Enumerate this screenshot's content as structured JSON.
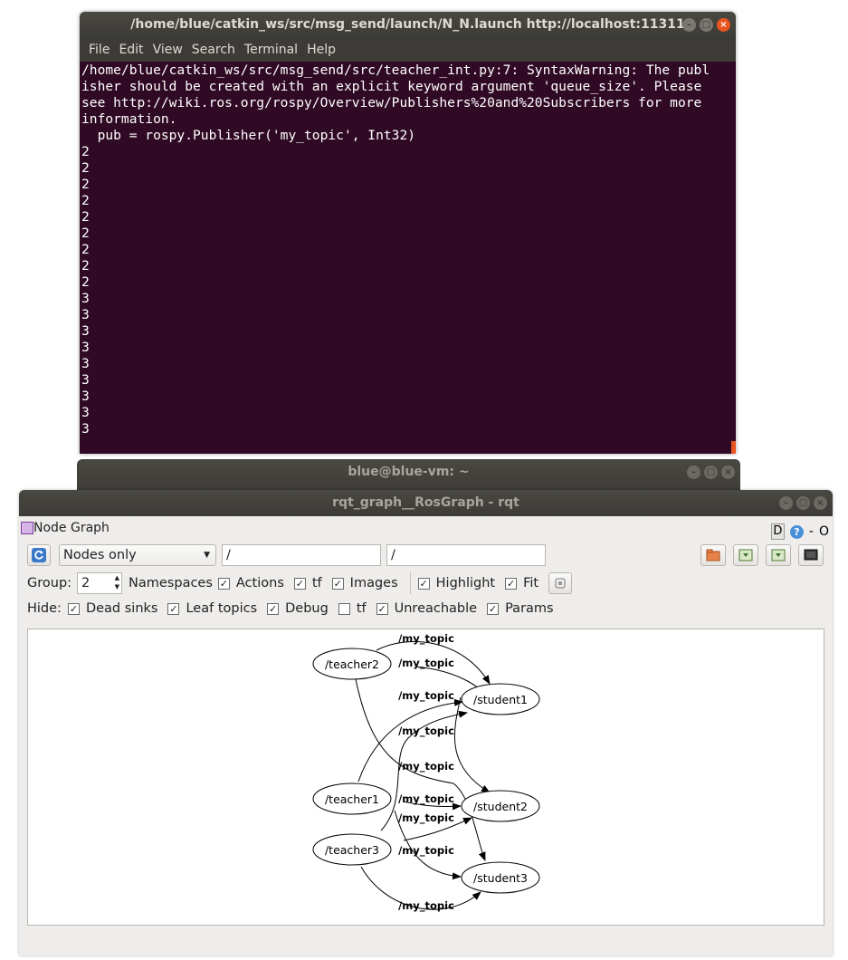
{
  "terminal": {
    "title": "/home/blue/catkin_ws/src/msg_send/launch/N_N.launch http://localhost:11311",
    "menu": [
      "File",
      "Edit",
      "View",
      "Search",
      "Terminal",
      "Help"
    ],
    "lines": [
      "/home/blue/catkin_ws/src/msg_send/src/teacher_int.py:7: SyntaxWarning: The publ",
      "isher should be created with an explicit keyword argument 'queue_size'. Please",
      "see http://wiki.ros.org/rospy/Overview/Publishers%20and%20Subscribers for more",
      "information.",
      "  pub = rospy.Publisher('my_topic', Int32)",
      "2",
      "2",
      "2",
      "2",
      "2",
      "2",
      "2",
      "2",
      "2",
      "3",
      "3",
      "3",
      "3",
      "3",
      "3",
      "3",
      "3",
      "3"
    ]
  },
  "terminal2": {
    "title": "blue@blue-vm: ~"
  },
  "rqt": {
    "title": "rqt_graph__RosGraph - rqt",
    "plugin_name": "Node Graph",
    "plugin_right": {
      "d_label": "D",
      "help_label": "?",
      "minus_label": "-",
      "o_label": "O"
    },
    "toolbar": {
      "mode": "Nodes only",
      "filter1": "/",
      "filter2": "/"
    },
    "group_row": {
      "group_label": "Group:",
      "group_value": "2",
      "options": [
        {
          "label": "Namespaces",
          "checked": true
        },
        {
          "label": "Actions",
          "checked": true
        },
        {
          "label": "tf",
          "checked": true
        },
        {
          "label": "Images",
          "checked": true
        }
      ],
      "options2": [
        {
          "label": "Highlight",
          "checked": true
        },
        {
          "label": "Fit",
          "checked": true
        }
      ]
    },
    "hide_row": {
      "hide_label": "Hide:",
      "options": [
        {
          "label": "Dead sinks",
          "checked": true
        },
        {
          "label": "Leaf topics",
          "checked": true
        },
        {
          "label": "Debug",
          "checked": true
        },
        {
          "label": "tf",
          "checked": false
        },
        {
          "label": "Unreachable",
          "checked": true
        },
        {
          "label": "Params",
          "checked": true
        }
      ]
    },
    "graph": {
      "nodes": [
        "/teacher2",
        "/student1",
        "/teacher1",
        "/student2",
        "/teacher3",
        "/student3"
      ],
      "edge_label": "/my_topic"
    },
    "check_mark": "✓"
  }
}
